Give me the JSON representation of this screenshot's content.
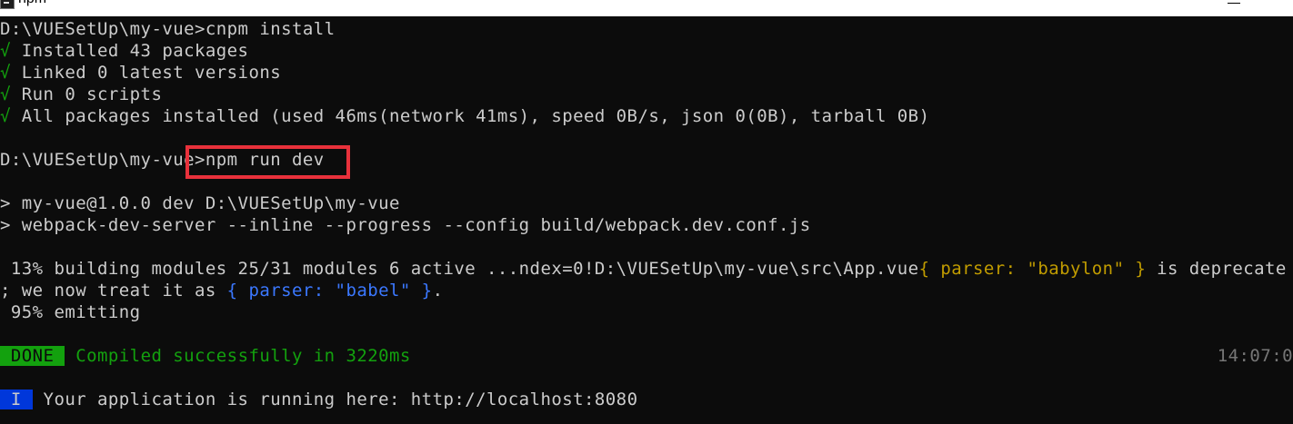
{
  "window": {
    "title": "npm",
    "icon": "console-app-icon",
    "minimize_icon": "minimize-icon"
  },
  "terminal": {
    "cmd1": {
      "prompt": "D:\\VUESetUp\\my-vue>",
      "command": "cnpm install"
    },
    "results": [
      {
        "mark": "√",
        "text": " Installed 43 packages"
      },
      {
        "mark": "√",
        "text": " Linked 0 latest versions"
      },
      {
        "mark": "√",
        "text": " Run 0 scripts"
      },
      {
        "mark": "√",
        "text": " All packages installed (used 46ms(network 41ms), speed 0B/s, json 0(0B), tarball 0B)"
      }
    ],
    "cmd2": {
      "prompt": "D:\\VUESetUp\\my-vue>",
      "command": "npm run dev"
    },
    "script_lines": [
      "> my-vue@1.0.0 dev D:\\VUESetUp\\my-vue",
      "> webpack-dev-server --inline --progress --config build/webpack.dev.conf.js"
    ],
    "progress": {
      "line1_main": " 13% building modules 25/31 modules 6 active ...ndex=0!D:\\VUESetUp\\my-vue\\src\\App.vue",
      "line1_warn": "{ parser: \"babylon\" }",
      "line1_rest": " is deprecate",
      "line2_start": "; we now treat it as ",
      "line2_info": "{ parser: \"babel\" }",
      "line2_end": ".",
      "line3": " 95% emitting"
    },
    "done": {
      "badge": " DONE ",
      "message": " Compiled successfully in 3220ms",
      "time": "14:07:0"
    },
    "running": {
      "badge": " I ",
      "message": " Your application is running here: http://localhost:8080"
    }
  },
  "colors": {
    "background": "#0c0c0c",
    "text": "#cccccc",
    "success": "#13a10e",
    "warning": "#c19c00",
    "info": "#3b78ff",
    "info_badge": "#0037da",
    "highlight_box": "#e8313b"
  }
}
